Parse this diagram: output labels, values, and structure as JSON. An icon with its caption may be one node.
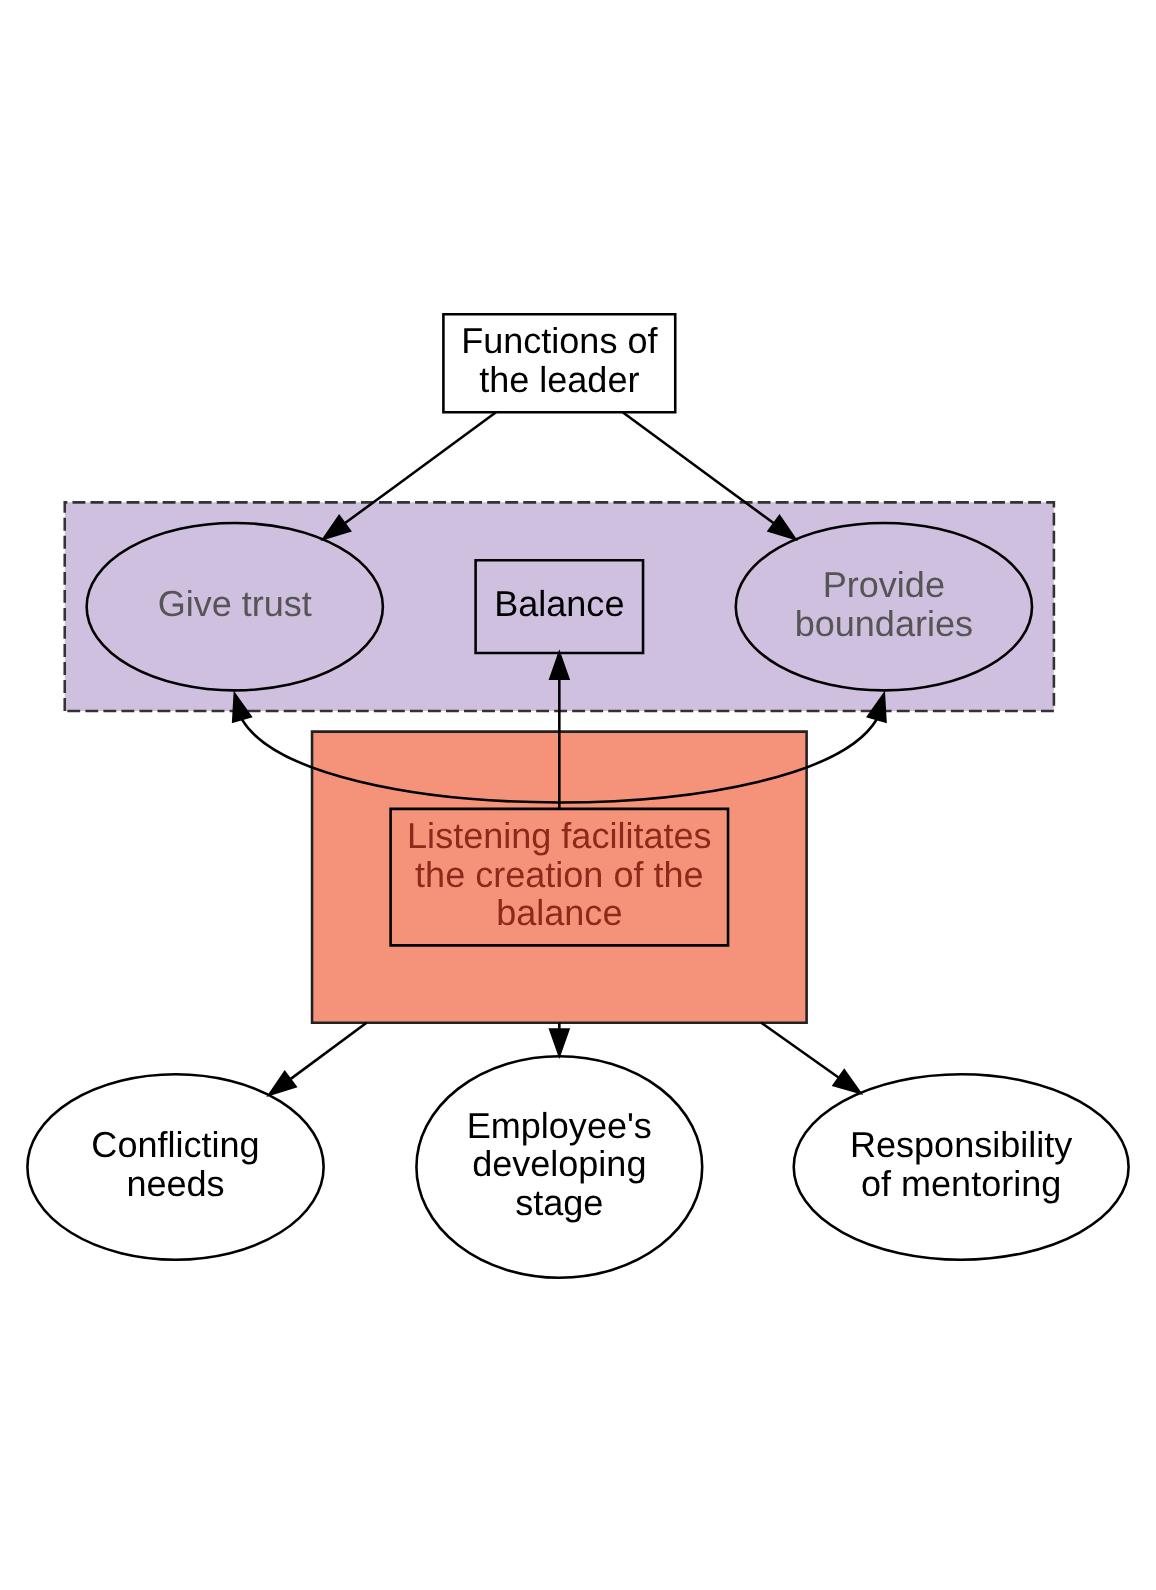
{
  "diagram": {
    "nodes": [
      {
        "text": [
          "Functions of the leader"
        ]
      },
      {
        "text": [],
        "shape": "box"
      },
      {
        "text": [
          "Give trust"
        ],
        "in": 1
      },
      {
        "text": [
          "Balance"
        ],
        "in": 1
      },
      {
        "text": [
          "Provide boundaries"
        ],
        "in": 1
      },
      {
        "text": [],
        "shape": "box"
      },
      {
        "text": [
          "Listening facilitates the creation of the balance"
        ],
        "in": 5
      },
      {
        "text": [
          "Conflicting needs"
        ]
      },
      {
        "text": [
          "Employee's developing stage"
        ]
      },
      {
        "text": [
          "Responsibility of mentoring"
        ]
      }
    ],
    "edges": [
      {
        "from": 0,
        "to": 2,
        "arrow": "to"
      },
      {
        "from": 0,
        "to": 4,
        "arrow": "to"
      },
      {
        "from": 2,
        "to": 4,
        "arrow": "both"
      },
      {
        "from": 6,
        "to": 3,
        "arrow": "to"
      },
      {
        "from": 5,
        "to": 7,
        "arrow": "to"
      },
      {
        "from": 5,
        "to": 8,
        "arrow": "to"
      },
      {
        "from": 5,
        "to": 9,
        "arrow": "to"
      }
    ]
  }
}
